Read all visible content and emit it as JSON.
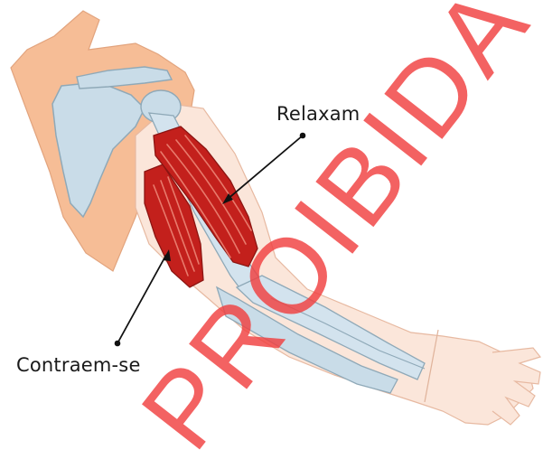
{
  "labels": {
    "relaxam": "Relaxam",
    "contraem": "Contraem-se"
  },
  "watermark": {
    "text": "PROIBIDA",
    "color": "#f04040"
  },
  "colors": {
    "skin": "#f6bd96",
    "bone": "#c9dce8",
    "bone_outline": "#8fa9b8",
    "muscle": "#c3201c",
    "muscle_fiber": "#e87a6c",
    "arm_skin": "#fbe6da"
  }
}
